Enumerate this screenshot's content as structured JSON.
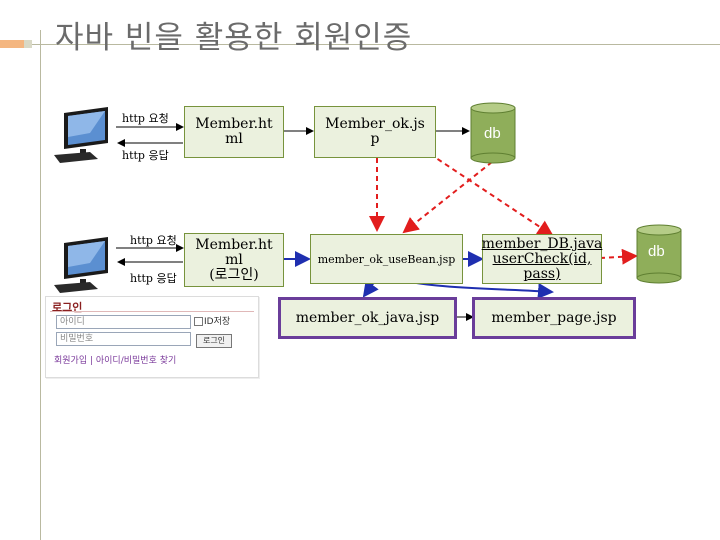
{
  "title": "자바 빈을 활용한 회원인증",
  "labels": {
    "req1": "http 요청",
    "res1": "http 응답",
    "req2": "http 요청",
    "res2": "http 응답"
  },
  "boxes": {
    "member_html": "Member.ht\nml",
    "member_ok_jsp": "Member_ok.js\np",
    "member_html_login": "Member.ht\nml\n(로그인)",
    "member_ok_usebean": "member_ok_useBean.jsp",
    "member_db_java": "member_DB.java\nuserCheck(id,\npass)",
    "member_ok_java": "member_ok_java.jsp",
    "member_page": "member_page.jsp"
  },
  "db": {
    "db1": "db",
    "db2": "db"
  },
  "login_form": {
    "title": "로그인",
    "id_placeholder": "아이디",
    "pw_placeholder": "비밀번호",
    "save_id_label": "ID저장",
    "login_button": "로그인",
    "footer": "회원가입 | 아이디/비밀번호 찾기"
  },
  "colors": {
    "box_fill": "#ebf1de",
    "box_border": "#77933c",
    "db_fill": "#8fae5a",
    "red_arrow": "#e21d1d",
    "blue_arrow": "#1f2fb0",
    "purple_border": "#6a3d9a"
  }
}
